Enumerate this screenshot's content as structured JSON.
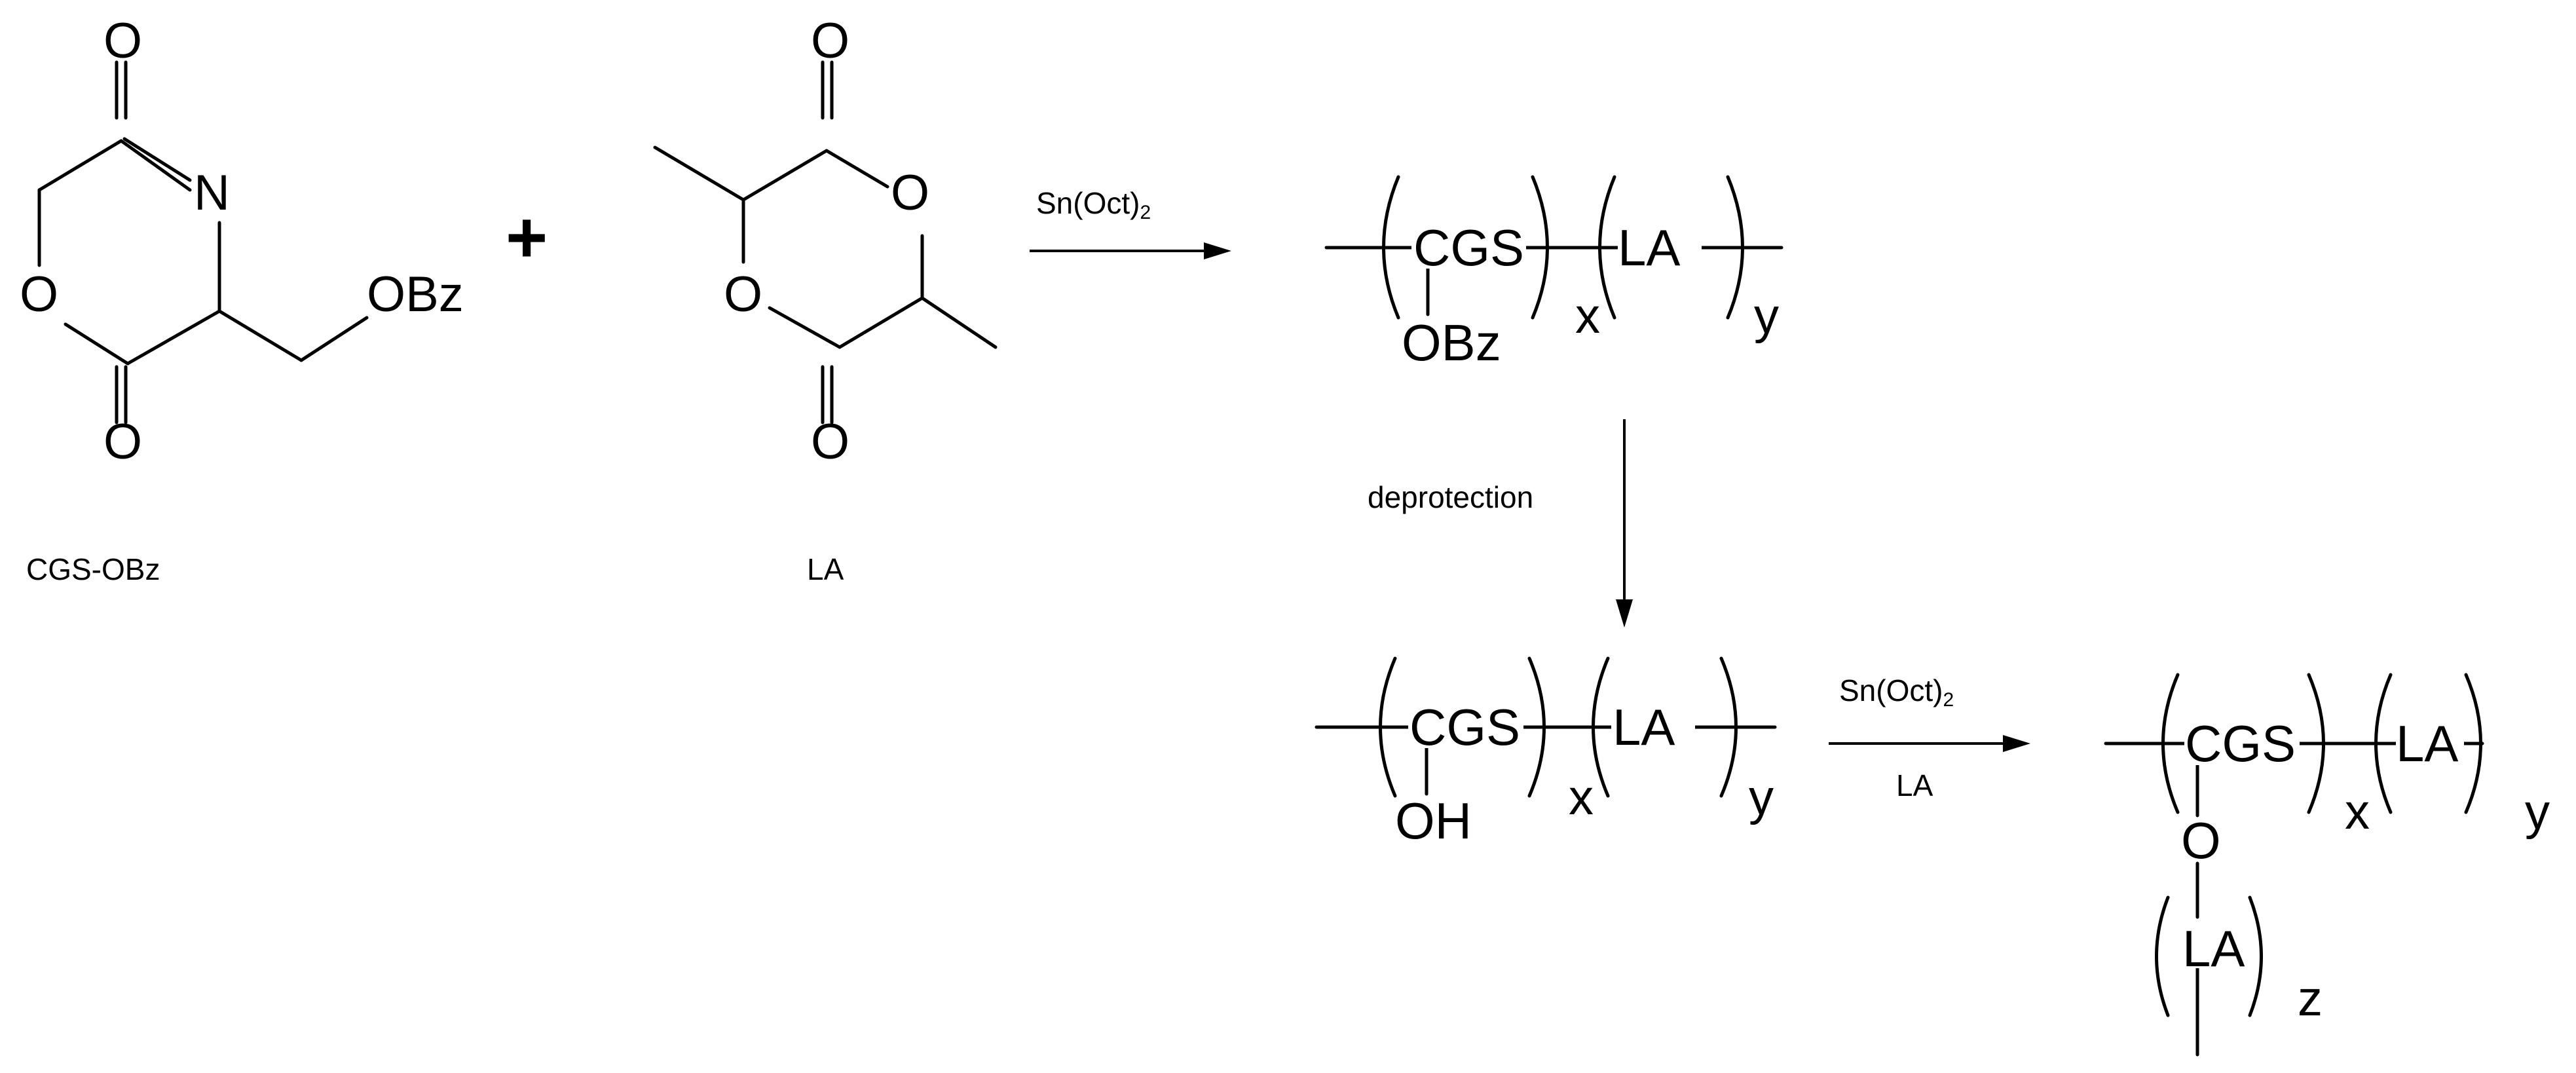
{
  "atoms": {
    "O": "O",
    "N": "N",
    "OBz": "OBz",
    "OH": "OH"
  },
  "plus": "+",
  "labels": {
    "cgs_obz": "CGS-OBz",
    "la": "LA"
  },
  "reaction1": {
    "catalyst": "Sn(Oct)",
    "catalyst_subscript": "2"
  },
  "step2": {
    "label": "deprotection"
  },
  "reaction3": {
    "catalyst": "Sn(Oct)",
    "catalyst_subscript": "2",
    "reagent": "LA"
  },
  "polymer": {
    "cgs": "CGS",
    "la": "LA",
    "x": "x",
    "y": "y",
    "z": "z"
  }
}
